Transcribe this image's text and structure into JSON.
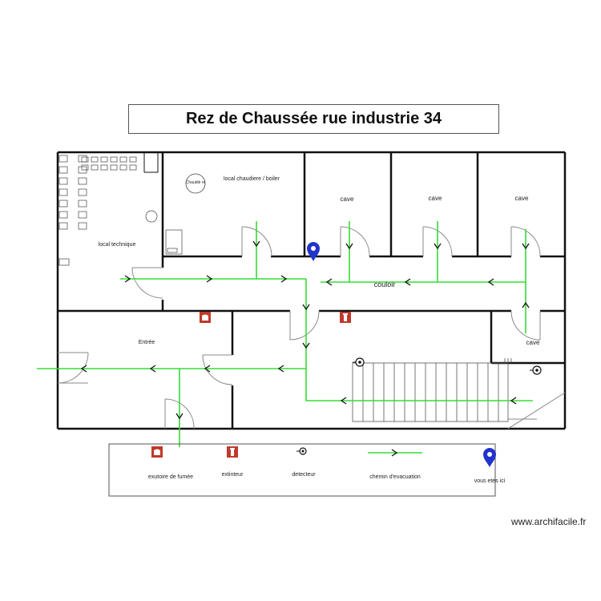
{
  "title": "Rez de Chaussée rue industrie 34",
  "watermark": "www.archifacile.fr",
  "rooms": {
    "boiler": "local chaudiere / boiler",
    "technical": "local technique",
    "cave1": "cave",
    "cave2": "cave",
    "cave3": "cave",
    "cave4": "cave",
    "corridor": "couloir",
    "entrance": "Entrée"
  },
  "boiler_unit": "Chaudiè\nre",
  "legend": {
    "smoke_vent": "exutoire de fumée",
    "extinguisher": "extinteur",
    "detector": "detecteur",
    "evac_path": "chemin d'evacuation",
    "you_are_here": "vous etes ici"
  },
  "colors": {
    "walls": "#111111",
    "evac_path": "#33dd33",
    "smoke_vent_icon": "#c0392b",
    "extinguisher_icon": "#c0392b",
    "you_are_here_icon": "#2233cc",
    "door": "#888888"
  },
  "icons": [
    "smoke-vent-icon",
    "extinguisher-icon",
    "detector-icon",
    "evac-arrow-icon",
    "location-pin-icon"
  ]
}
